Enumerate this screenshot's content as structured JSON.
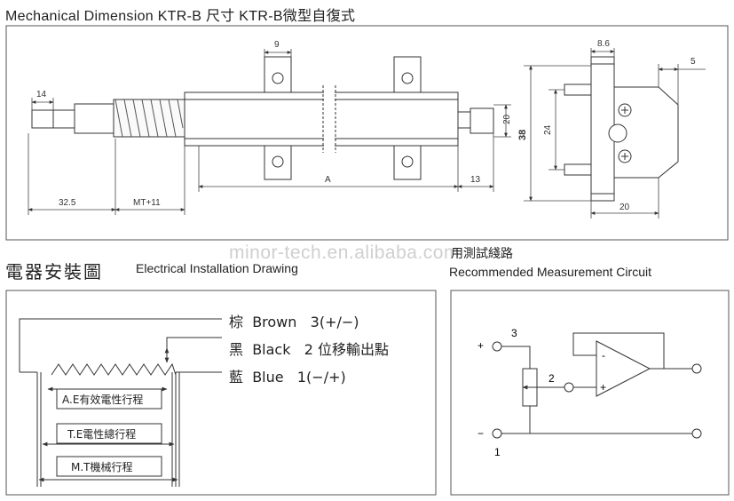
{
  "mechanical": {
    "title": "Mechanical Dimension KTR-B   尺寸 KTR-B微型自復式",
    "dims": {
      "d14": "14",
      "d32_5": "32.5",
      "dmt": "MT+11",
      "d9": "9",
      "dA": "A",
      "d13": "13",
      "d20h": "20",
      "d38": "38",
      "d8_6": "8.6",
      "d5": "5",
      "d24": "24",
      "d20w": "20"
    }
  },
  "watermark": "minor-tech.en.alibaba.com",
  "electrical": {
    "title_zh": "電器安裝圖",
    "title_en": "Electrical Installation Drawing",
    "wires": [
      {
        "zh": "棕",
        "en": "Brown",
        "pin": "3(+/−)"
      },
      {
        "zh": "黑",
        "en": "Black",
        "pin": "2 位移輸出點"
      },
      {
        "zh": "藍",
        "en": "Blue",
        "pin": "1(−/+)"
      }
    ],
    "ranges": {
      "ae": "A.E有效電性行程",
      "te": "T.E電性總行程",
      "mt": "M.T機械行程"
    }
  },
  "measurement": {
    "title_zh": "用測試綫路",
    "title_en": "Recommended Measurement Circuit",
    "labels": {
      "plus": "+",
      "minus": "−",
      "n3": "3",
      "n2": "2",
      "n1": "1",
      "op_minus": "-",
      "op_plus": "+"
    }
  }
}
